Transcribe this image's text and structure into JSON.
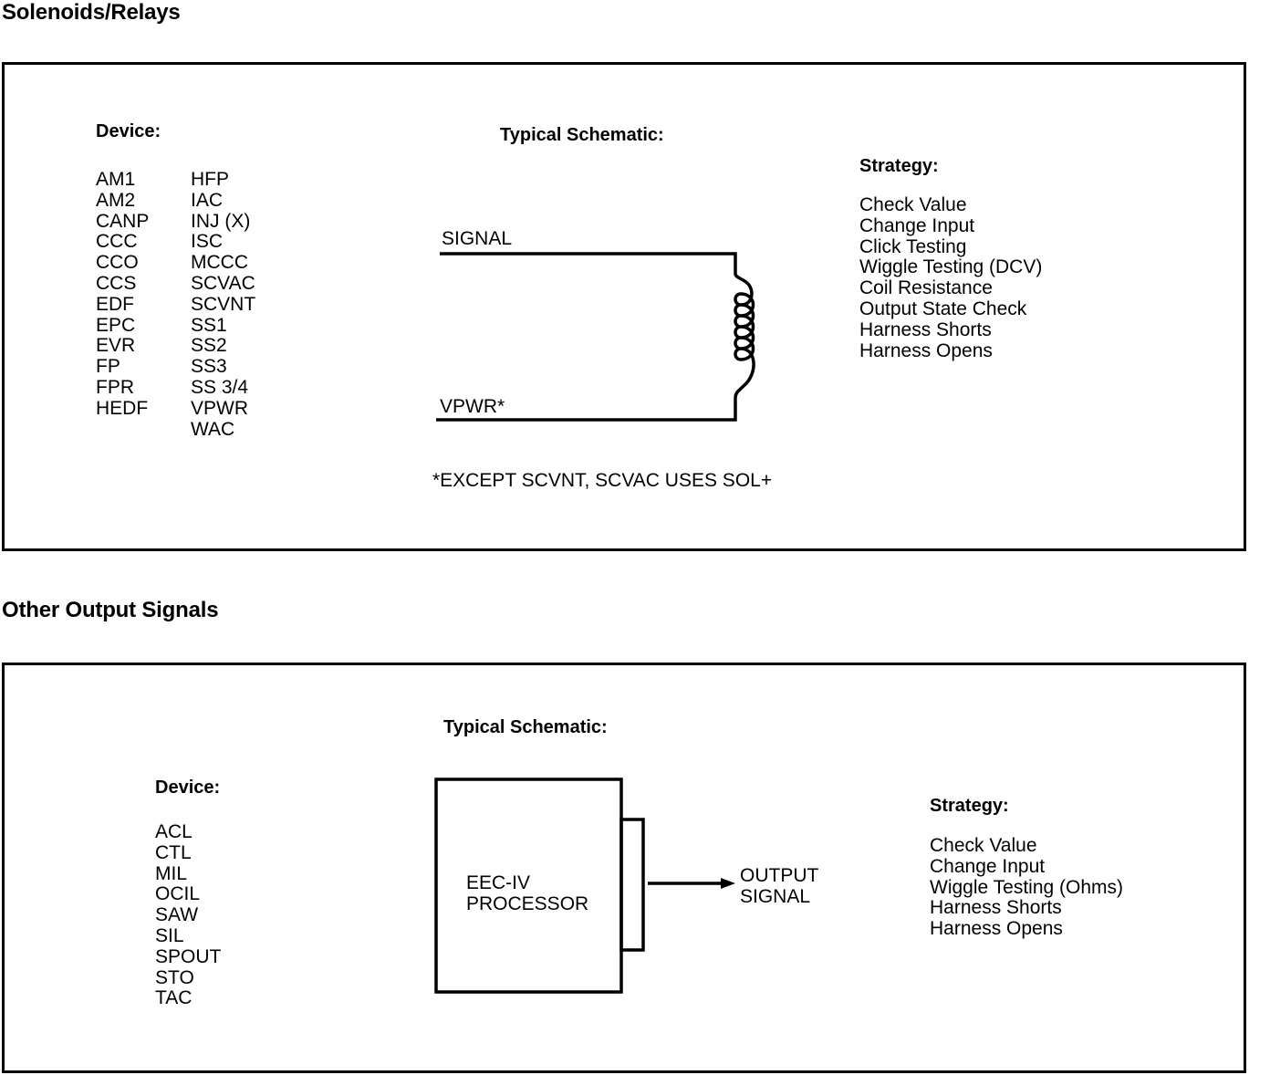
{
  "sections": [
    {
      "title": "Solenoids/Relays",
      "device_label": "Device:",
      "device_col1": [
        "AM1",
        "AM2",
        "CANP",
        "CCC",
        "CCO",
        "CCS",
        "EDF",
        "EPC",
        "EVR",
        "FP",
        "FPR",
        "HEDF"
      ],
      "device_col2": [
        "HFP",
        "IAC",
        "INJ (X)",
        "ISC",
        "MCCC",
        "SCVAC",
        "SCVNT",
        "SS1",
        "SS2",
        "SS3",
        "SS 3/4",
        "VPWR",
        "WAC"
      ],
      "schematic_label": "Typical Schematic:",
      "signal_label": "SIGNAL",
      "vpwr_label": "VPWR*",
      "footnote": "*EXCEPT SCVNT, SCVAC USES SOL+",
      "strategy_label": "Strategy:",
      "strategies": [
        "Check Value",
        "Change Input",
        "Click Testing",
        "Wiggle Testing (DCV)",
        "Coil Resistance",
        "Output State Check",
        "Harness Shorts",
        "Harness Opens"
      ]
    },
    {
      "title": "Other Output Signals",
      "device_label": "Device:",
      "devices": [
        "ACL",
        "CTL",
        "MIL",
        "OCIL",
        "SAW",
        "SIL",
        "SPOUT",
        "STO",
        "TAC"
      ],
      "schematic_label": "Typical Schematic:",
      "processor_line1": "EEC-IV",
      "processor_line2": "PROCESSOR",
      "output_line1": "OUTPUT",
      "output_line2": "SIGNAL",
      "strategy_label": "Strategy:",
      "strategies": [
        "Check Value",
        "Change Input",
        "Wiggle Testing (Ohms)",
        "Harness Shorts",
        "Harness Opens"
      ]
    }
  ]
}
